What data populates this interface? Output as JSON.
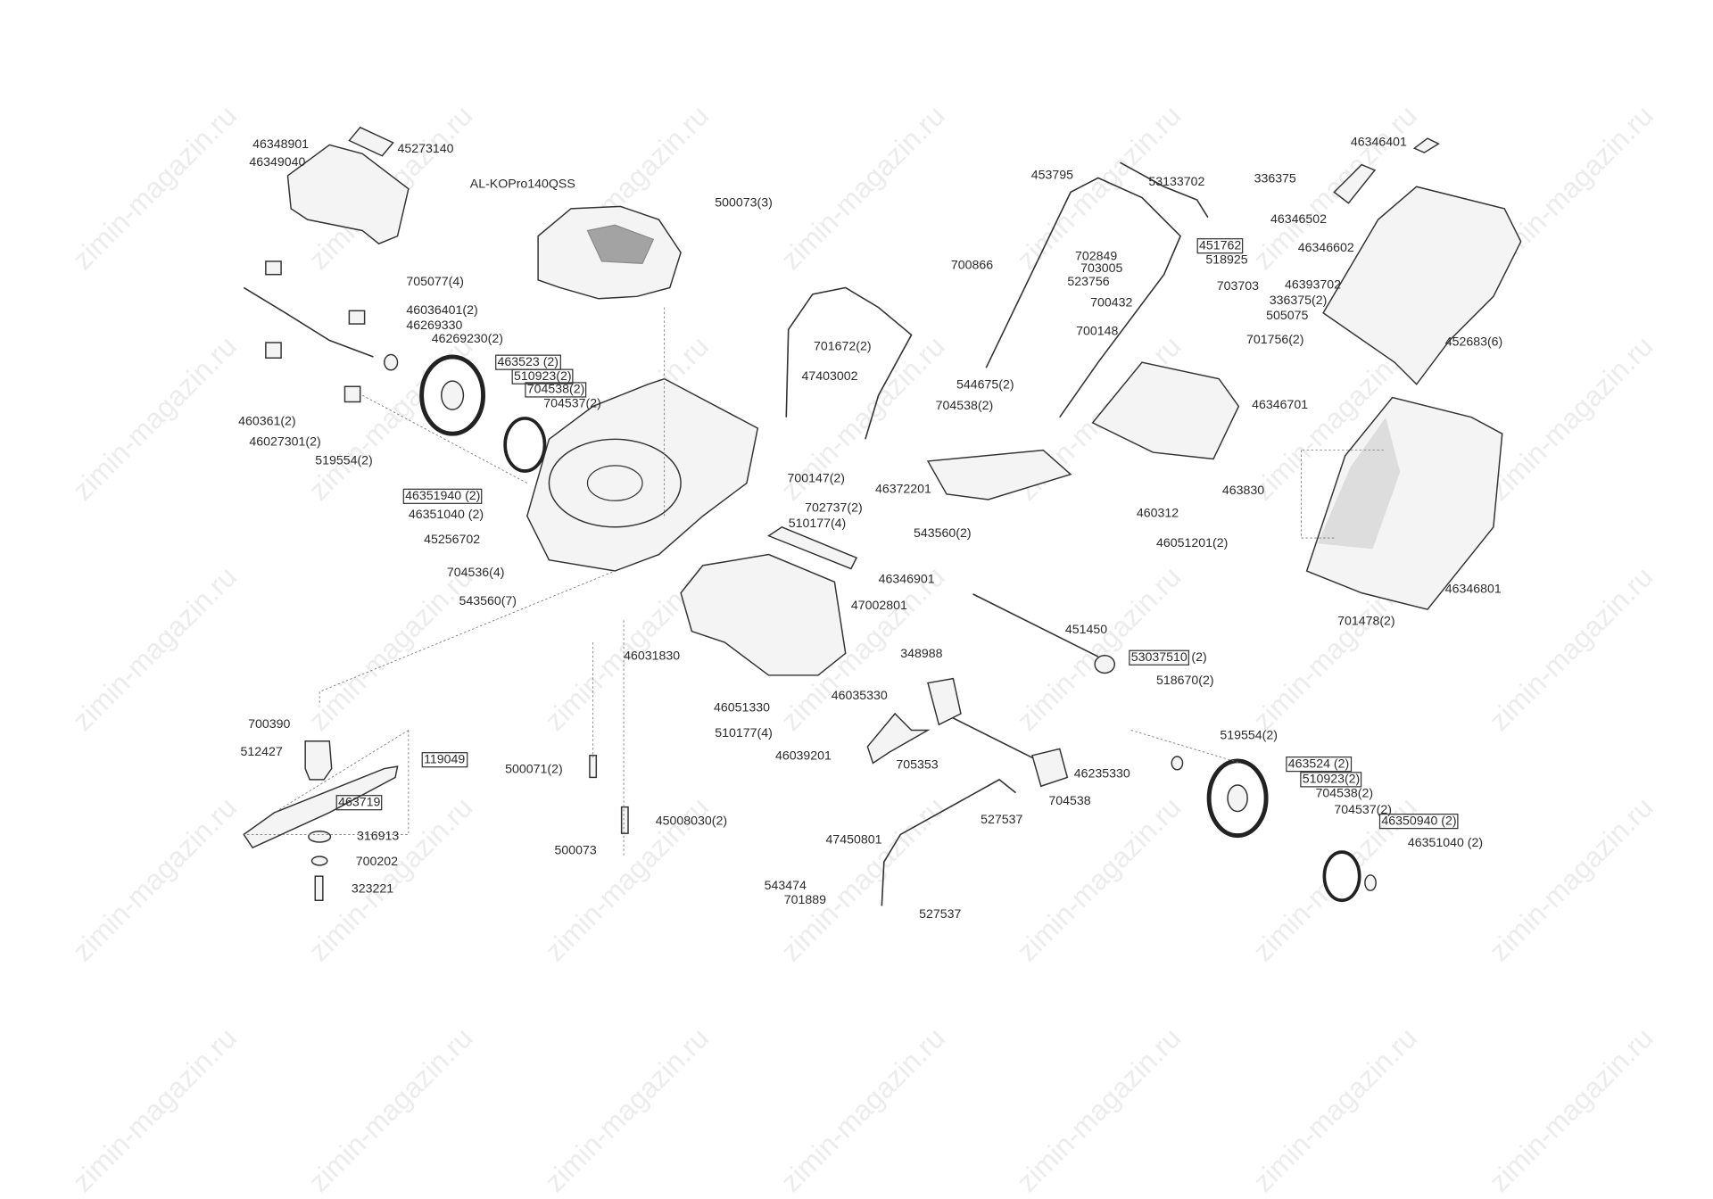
{
  "watermark": "zimin-magazin.ru",
  "labels": [
    "46348901",
    "45273140",
    "46349040",
    "AL-KOPro140QSS",
    "500073(3)",
    "705077(4)",
    "46036401(2)",
    "46269330",
    "46269230(2)",
    "463523 (2)",
    "510923(2)",
    "704538(2)",
    "704537(2)",
    "460361(2)",
    "46027301(2)",
    "519554(2)",
    "46351940 (2)",
    "46351040 (2)",
    "45256702",
    "704536(4)",
    "543560(7)",
    "47403002",
    "701672(2)",
    "544675(2)",
    "704538(2)",
    "700147(2)",
    "702737(2)",
    "510177(4)",
    "543560(2)",
    "46372201",
    "46346901",
    "47002801",
    "46031830",
    "348988",
    "46035330",
    "46051330",
    "510177(4)",
    "46039201",
    "705353",
    "46235330",
    "704538",
    "527537",
    "47450801",
    "543474",
    "701889",
    "527537",
    "451450",
    "53037510",
    "(2)",
    "518670(2)",
    "519554(2)",
    "463524 (2)",
    "510923(2)",
    "704538(2)",
    "704537(2)",
    "46350940 (2)",
    "46351040 (2)",
    "453795",
    "53133702",
    "702849",
    "451762",
    "518925",
    "703005",
    "700866",
    "523756",
    "703703",
    "700432",
    "700148",
    "46346701",
    "463830",
    "460312",
    "46051201(2)",
    "46346401",
    "336375",
    "46346502",
    "46346602",
    "46393702",
    "336375(2)",
    "505075",
    "701756(2)",
    "452683(6)",
    "46346801",
    "701478(2)",
    "700390",
    "512427",
    "119049",
    "463719",
    "316913",
    "700202",
    "323221",
    "500071(2)",
    "45008030(2)",
    "500073"
  ]
}
